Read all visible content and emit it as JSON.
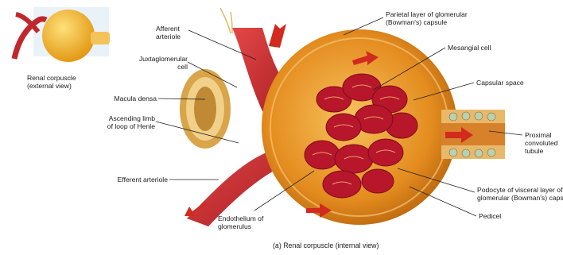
{
  "thumbnail": {
    "caption_line1": "Renal corpuscle",
    "caption_line2": "(external view)"
  },
  "labels": {
    "afferent_arteriole": [
      "Afferent",
      "arteriole"
    ],
    "juxtaglomerular_cell": [
      "Juxtaglomerular",
      "cell"
    ],
    "macula_densa": [
      "Macula densa"
    ],
    "ascending_limb": [
      "Ascending limb",
      "of loop of Henle"
    ],
    "efferent_arteriole": [
      "Efferent arteriole"
    ],
    "endothelium": [
      "Endothelium of",
      "glomerulus"
    ],
    "parietal_layer": [
      "Parietal layer of glomerular",
      "(Bowman's) capsule"
    ],
    "mesangial_cell": [
      "Mesangial cell"
    ],
    "capsular_space": [
      "Capsular space"
    ],
    "proximal_tubule": [
      "Proximal",
      "convoluted",
      "tubule"
    ],
    "podocyte": [
      "Podocyte of visceral layer of",
      "glomerular (Bowman's) capsule"
    ],
    "pedicel": [
      "Pedicel"
    ]
  },
  "caption": "(a) Renal corpuscle (internal view)",
  "colors": {
    "capsule": "#e08a1e",
    "capsule_inner": "#f4b04a",
    "vessel": "#c0272d",
    "vessel_light": "#e24a4a",
    "glomerulus": "#b5172a",
    "tubule": "#e8c17a",
    "arrow": "#d12a1e"
  }
}
